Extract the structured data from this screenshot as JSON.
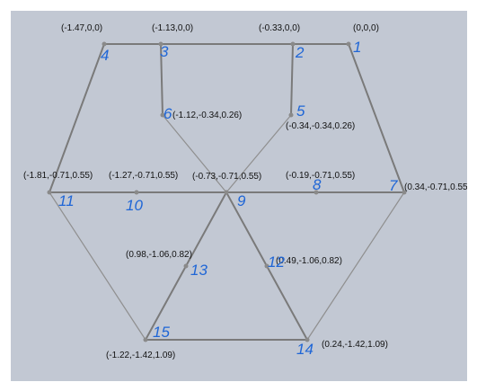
{
  "diagram": {
    "nodes": [
      {
        "id": "1",
        "coord": "(0,0,0)"
      },
      {
        "id": "2",
        "coord": "(-0.33,0,0)"
      },
      {
        "id": "3",
        "coord": "(-1.13,0,0)"
      },
      {
        "id": "4",
        "coord": "(-1.47,0,0)"
      },
      {
        "id": "5",
        "coord": "(-0.34,-0.34,0.26)"
      },
      {
        "id": "6",
        "coord": "(-1.12,-0.34,0.26)"
      },
      {
        "id": "7",
        "coord": "(0.34,-0.71,0.55)"
      },
      {
        "id": "8",
        "coord": "(-0.19,-0.71,0.55)"
      },
      {
        "id": "9",
        "coord": "(-0.73,-0.71,0.55)"
      },
      {
        "id": "10",
        "coord": "(-1.27,-0.71,0.55)"
      },
      {
        "id": "11",
        "coord": "(-1.81,-0.71,0.55)"
      },
      {
        "id": "12",
        "coord": "(0.49,-1.06,0.82)"
      },
      {
        "id": "13",
        "coord": "(0.98,-1.06,0.82)"
      },
      {
        "id": "14",
        "coord": "(0.24,-1.42,1.09)"
      },
      {
        "id": "15",
        "coord": "(-1.22,-1.42,1.09)"
      }
    ],
    "handwritten_labels": {
      "n1": "1",
      "n2": "2",
      "n3": "3",
      "n4": "4",
      "n5": "5",
      "n6": "6",
      "n7": "7",
      "n8": "8",
      "n9": "9",
      "n10": "10",
      "n11": "11",
      "n12": "12",
      "n13": "13",
      "n14": "14",
      "n15": "15"
    }
  }
}
